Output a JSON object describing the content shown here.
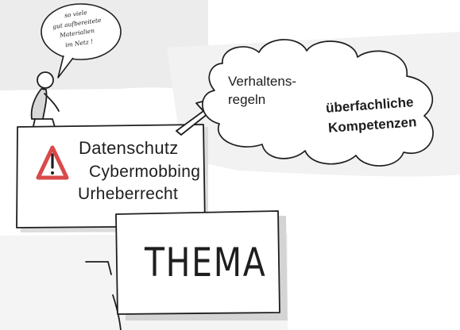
{
  "speech_bubble": {
    "lines": [
      "so viele",
      "gut aufbereitete",
      "Materialien",
      "im Netz !"
    ]
  },
  "content_box": {
    "items": [
      "Datenschutz",
      "Cybermobbing",
      "Urheberrecht"
    ]
  },
  "cloud": {
    "line1": "Verhaltens-",
    "line2": "regeln",
    "line3": "überfachliche",
    "line4": "Kompetenzen"
  },
  "topic_sign": {
    "label": "THEMA"
  },
  "colors": {
    "background": "#ffffff",
    "ink": "#1e1e1e",
    "shadow_gray": "#d4d4d4",
    "warning_red": "#d94a4a"
  },
  "icons": [
    "warning-triangle-icon",
    "arrow-icon",
    "stick-figure-icon"
  ]
}
